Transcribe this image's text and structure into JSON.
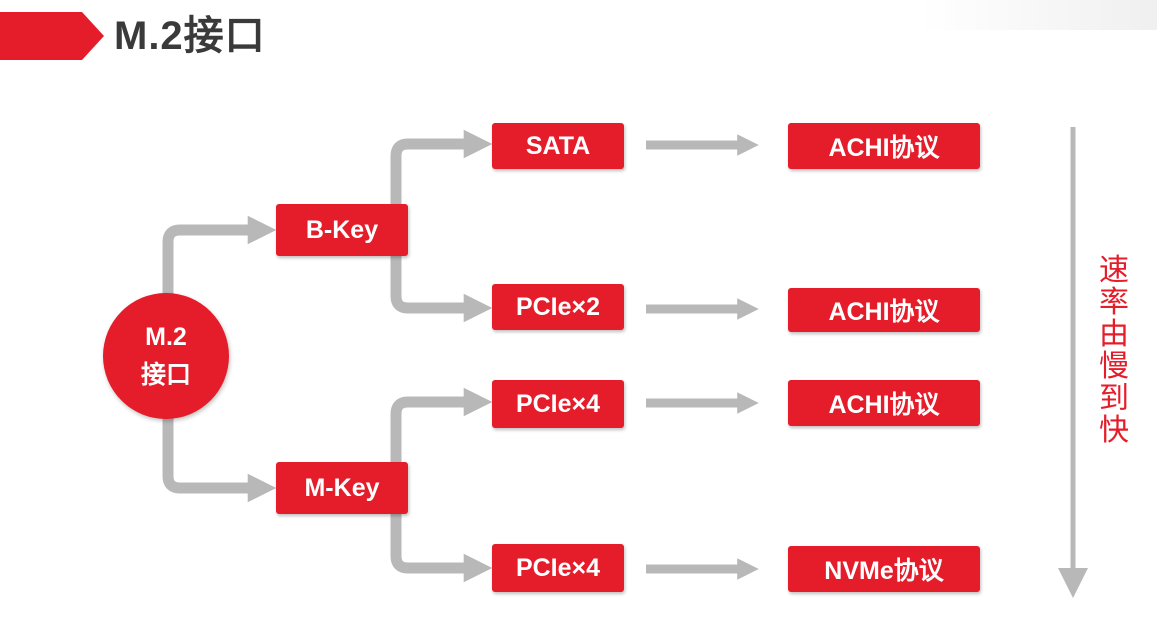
{
  "title": "M.2接口",
  "root": {
    "line1": "M.2",
    "line2": "接口"
  },
  "keys": {
    "b_key": "B-Key",
    "m_key": "M-Key"
  },
  "interfaces": [
    "SATA",
    "PCIe×2",
    "PCIe×4",
    "PCIe×4"
  ],
  "protocols": [
    "ACHI协议",
    "ACHI协议",
    "ACHI协议",
    "NVMe协议"
  ],
  "speed_label": "速率由慢到快",
  "colors": {
    "accent": "#e51c2a",
    "connector": "#b8b8b8",
    "title": "#3a3a3a"
  }
}
